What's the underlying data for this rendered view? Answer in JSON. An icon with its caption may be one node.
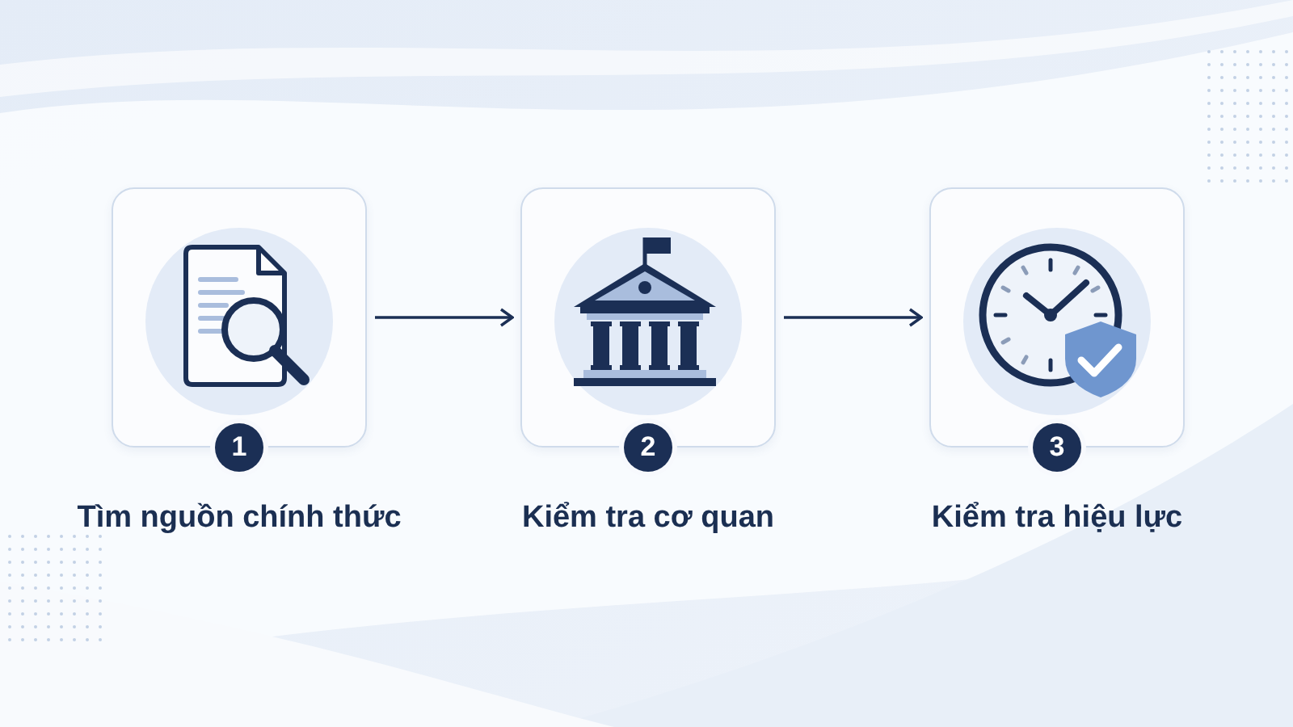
{
  "diagram": {
    "nodes": [
      {
        "text": [
          "1",
          "Tìm nguồn chính thức"
        ]
      },
      {
        "text": [
          "2",
          "Kiểm tra cơ quan"
        ]
      },
      {
        "text": [
          "3",
          "Kiểm tra hiệu lực"
        ]
      }
    ],
    "edges": [
      {
        "from": 0,
        "to": 1,
        "arrow": "to"
      },
      {
        "from": 1,
        "to": 2,
        "arrow": "to"
      }
    ]
  }
}
